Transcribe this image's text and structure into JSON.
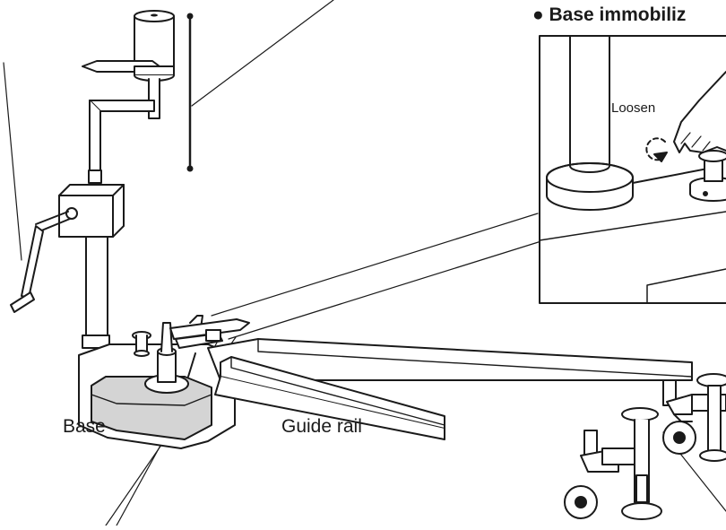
{
  "labels": {
    "base": "Base",
    "guide_rail": "Guide rail",
    "loosen": "Loosen",
    "inset_title": "● Base immobiliz"
  },
  "colors": {
    "line": "#1a1a1a",
    "fill": "#ffffff",
    "shade": "#d4d4d4"
  }
}
